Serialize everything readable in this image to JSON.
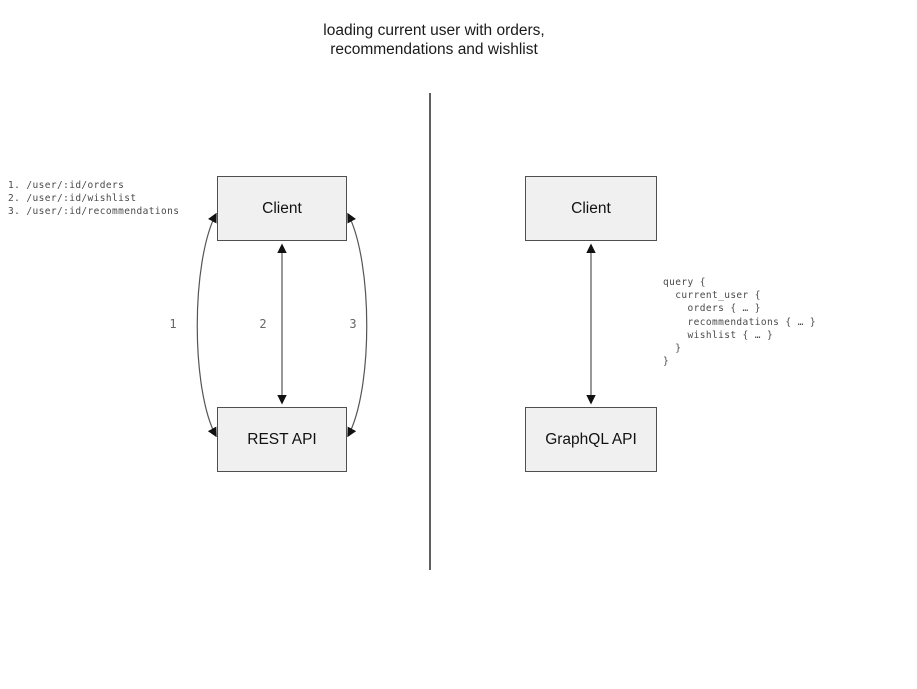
{
  "title": "loading current user with orders,\nrecommendations and wishlist",
  "rest_panel": {
    "endpoints": [
      "1. /user/:id/orders",
      "2. /user/:id/wishlist",
      "3. /user/:id/recommendations"
    ],
    "client_label": "Client",
    "api_label": "REST API",
    "arrow_labels": [
      "1",
      "2",
      "3"
    ]
  },
  "graphql_panel": {
    "client_label": "Client",
    "api_label": "GraphQL API",
    "query_lines": [
      "query {",
      "  current_user {",
      "    orders { … }",
      "    recommendations { … }",
      "    wishlist { … }",
      "  }",
      "}"
    ]
  },
  "colors": {
    "box_fill": "#f0f0f0",
    "box_border": "#4f4f4f",
    "arrow_stroke": "#555555",
    "arrowhead_fill": "#111111",
    "muted_text": "#4a4a4a",
    "divider": "#606060"
  }
}
